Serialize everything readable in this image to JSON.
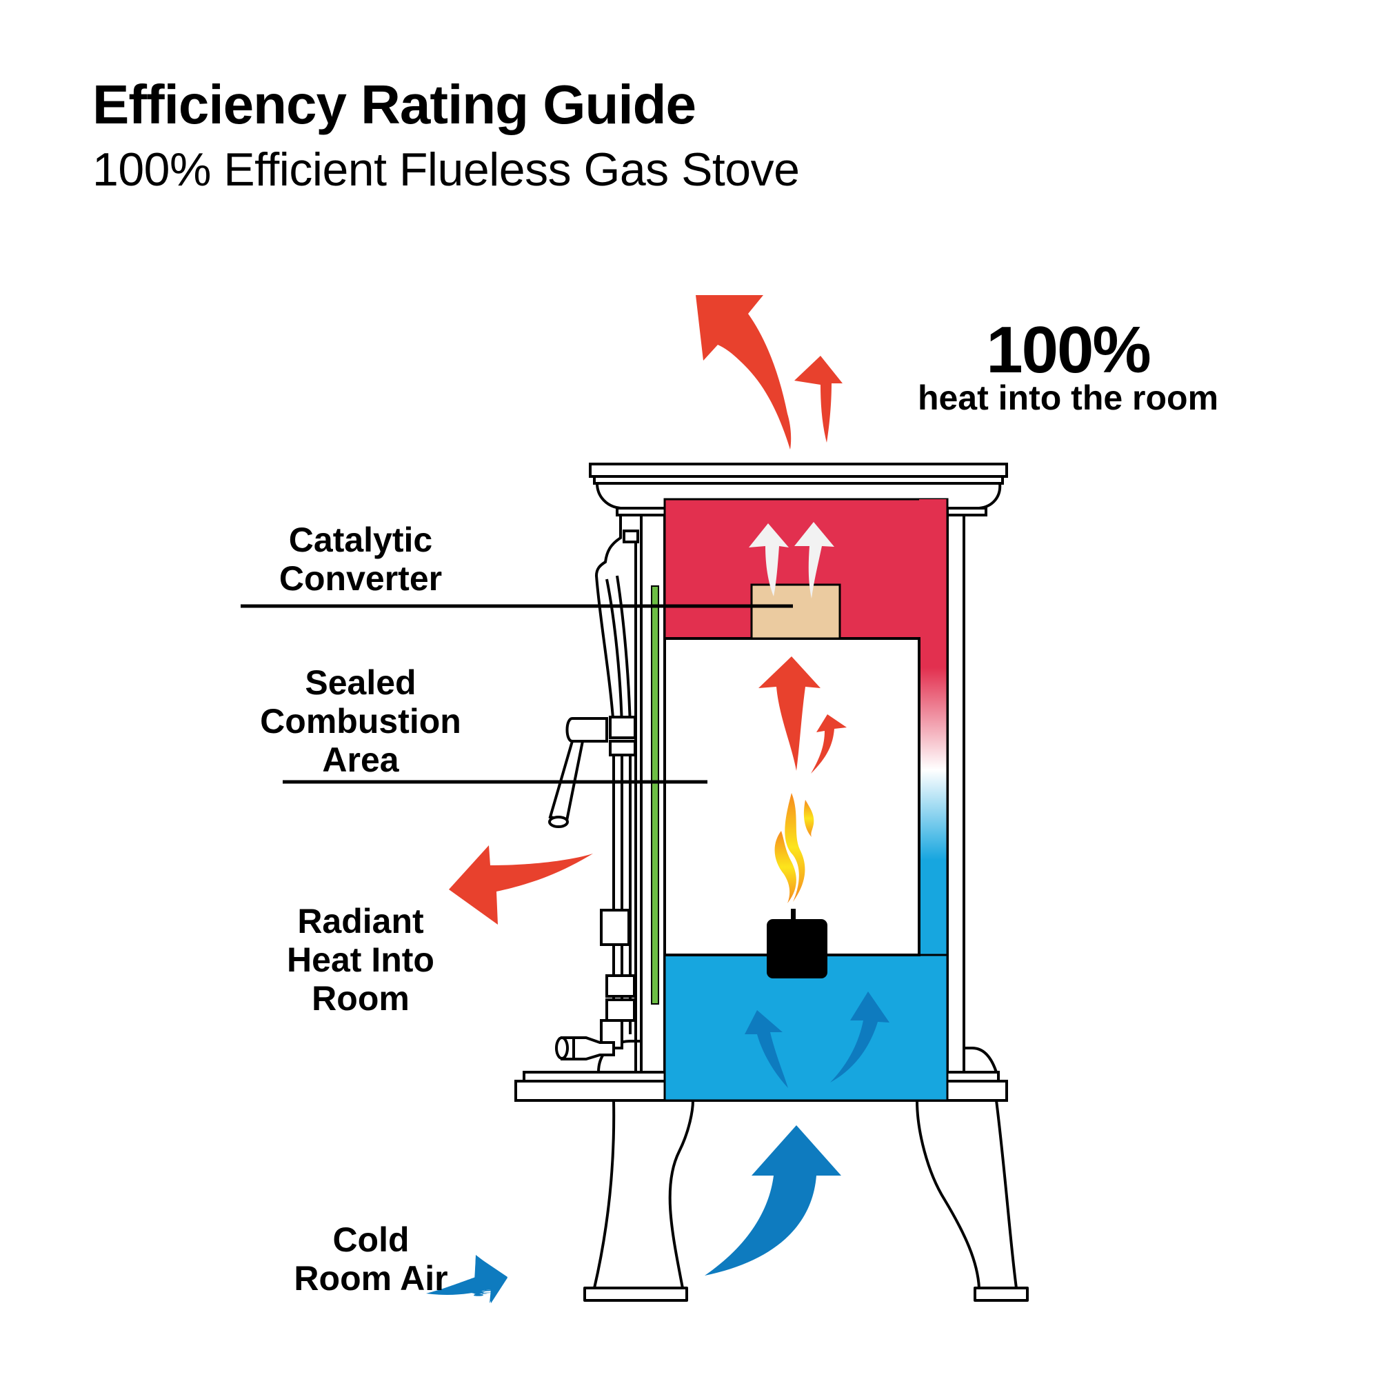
{
  "header": {
    "title": "Efficiency Rating Guide",
    "subtitle": "100% Efficient Flueless Gas Stove"
  },
  "callout": {
    "value": "100%",
    "text": "heat into the room"
  },
  "labels": {
    "catalytic_converter": [
      "Catalytic",
      "Converter"
    ],
    "sealed_combustion_area": [
      "Sealed",
      "Combustion",
      "Area"
    ],
    "radiant_heat": [
      "Radiant",
      "Heat Into",
      "Room"
    ],
    "cold_room_air": [
      "Cold",
      "Room Air"
    ]
  },
  "colors": {
    "hot_red": "#E2304F",
    "arrow_red": "#E8412D",
    "cold_blue": "#17A6DF",
    "arrow_blue": "#0E7BBF",
    "converter_tan": "#EBCBA0",
    "glass_green": "#6DBE45",
    "exhaust_white": "#F2F2F2",
    "flame_yellow": "#FCE51C",
    "flame_orange": "#F58A1F"
  }
}
